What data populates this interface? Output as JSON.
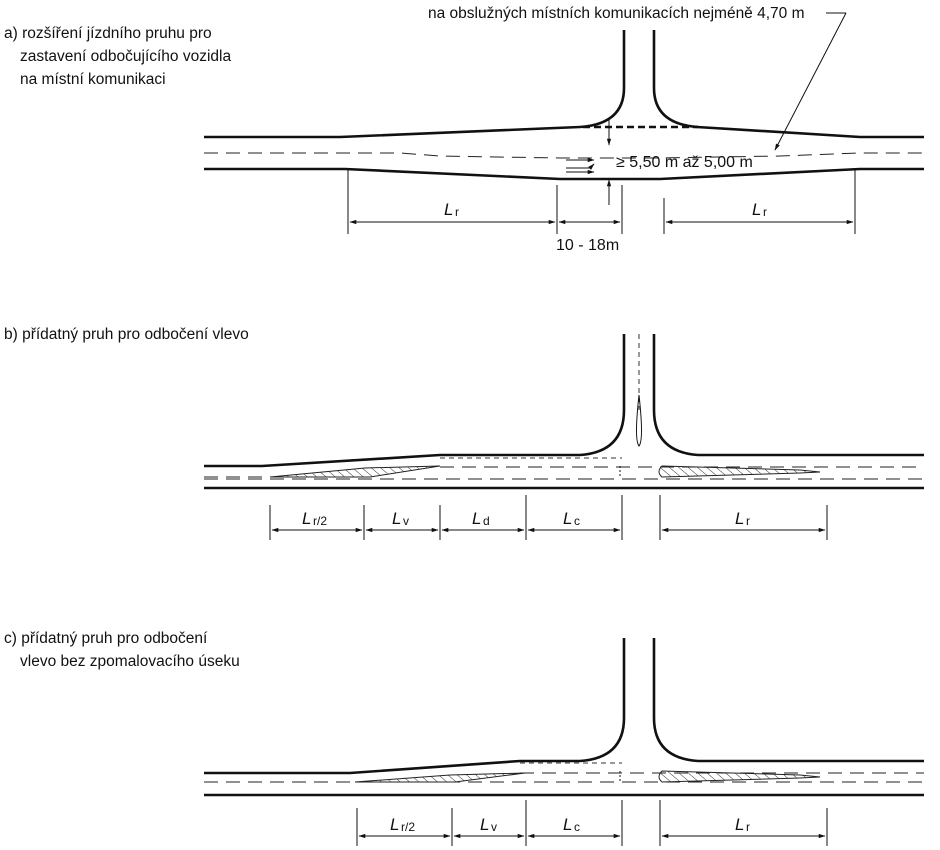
{
  "panel_a": {
    "label_line1": "a) rozšíření jízdního pruhu pro",
    "label_line2": "zastavení odbočujícího vozidla",
    "label_line3": "na místní komunikaci",
    "note": "na obslužných místních komunikacích nejméně 4,70 m",
    "width_note": "≥ 5,50 m až 5,00 m",
    "gap_dim": "10 - 18m"
  },
  "panel_b": {
    "label_line1": "b) přídatný pruh pro odbočení vlevo"
  },
  "panel_c": {
    "label_line1": "c) přídatný pruh pro odbočení",
    "label_line2": "vlevo bez zpomalovacího úseku"
  },
  "dims": {
    "L": "L",
    "r": "r",
    "r2": "r/2",
    "v": "v",
    "d": "d",
    "c": "c"
  }
}
